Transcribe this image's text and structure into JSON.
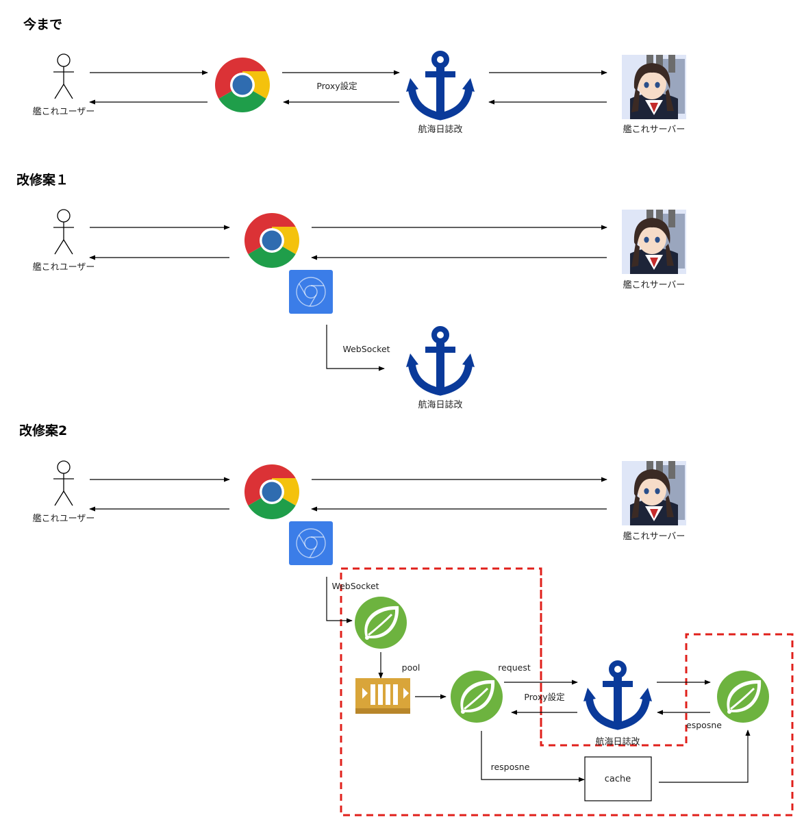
{
  "sections": [
    {
      "title": "今まで"
    },
    {
      "title": "改修案１"
    },
    {
      "title": "改修案2"
    }
  ],
  "nodes": {
    "user": "艦これユーザー",
    "server": "艦これサーバー",
    "navigator": "航海日誌改",
    "cache": "cache"
  },
  "edges": {
    "proxy_setting": "Proxy設定",
    "websocket": "WebSocket",
    "pool": "pool",
    "request": "request",
    "response_cache": "resposne",
    "response_server": "esposne"
  },
  "icons": {
    "user": "stick-figure-icon",
    "browser": "chrome-icon",
    "extension": "chrome-extension-icon",
    "navigator": "anchor-icon",
    "server": "anime-character-icon",
    "spring": "spring-leaf-icon",
    "queue": "queue-icon"
  },
  "colors": {
    "anchor": "#0a3a9a",
    "spring": "#6db33f",
    "extension": "#3b7de8",
    "queue": "#d9a53a",
    "boundary": "#e0201b"
  }
}
